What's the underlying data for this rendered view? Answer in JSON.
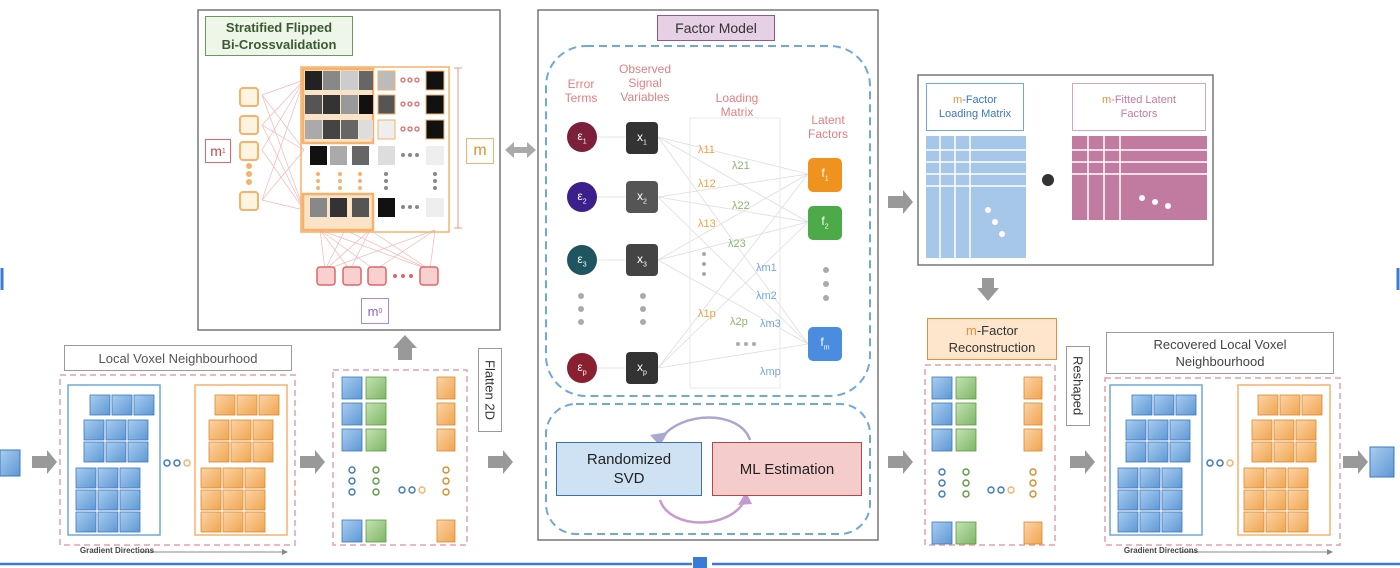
{
  "stratified": {
    "title_line1": "Stratified Flipped",
    "title_line2": "Bi-Crossvalidation",
    "m_label": "m",
    "m1_label": "m",
    "m1_sub": "1",
    "m0_label": "m",
    "m0_sub": "0"
  },
  "factor_model": {
    "title": "Factor Model",
    "col_error": [
      "Error",
      "Terms"
    ],
    "col_observed": [
      "Observed",
      "Signal",
      "Variables"
    ],
    "col_loading": [
      "Loading",
      "Matrix"
    ],
    "col_latent": [
      "Latent",
      "Factors"
    ],
    "errors": [
      "ε",
      "ε",
      "ε",
      "ε"
    ],
    "error_subs": [
      "1",
      "2",
      "3",
      "p"
    ],
    "signals": [
      "x",
      "x",
      "x",
      "x"
    ],
    "signal_subs": [
      "1",
      "2",
      "3",
      "p"
    ],
    "factors": [
      "f",
      "f",
      "f"
    ],
    "factor_subs": [
      "1",
      "2",
      "m"
    ],
    "lambdas": [
      "λ11",
      "λ21",
      "λ12",
      "λ22",
      "λ13",
      "λ23",
      "λ1p",
      "λ2p",
      "λm1",
      "λm2",
      "λm3",
      "λmp"
    ],
    "svd_label": [
      "Randomized",
      "SVD"
    ],
    "ml_label": "ML Estimation"
  },
  "local_voxel": {
    "title": "Local Voxel Neighbourhood",
    "gradient": "Gradient Directions"
  },
  "flatten": "Flatten 2D",
  "m_factor_loading": {
    "prefix": "m",
    "rest": "-Factor",
    "line2": "Loading Matrix"
  },
  "m_fitted": {
    "prefix": "m",
    "rest": "-Fitted Latent",
    "line2": "Factors"
  },
  "reconstruction": {
    "prefix": "m",
    "rest": "-Factor",
    "line2": "Reconstruction"
  },
  "reshaped": "Reshaped",
  "recovered": {
    "line1": "Recovered Local Voxel",
    "line2": "Neighbourhood",
    "gradient": "Gradient Directions"
  },
  "colors": {
    "blue": "#6fa8dc",
    "orange": "#f6b26b",
    "green": "#93c47d",
    "pink": "#d5a6bd",
    "magenta": "#c27ba0",
    "red": "#e06666",
    "purple": "#b084e0"
  }
}
